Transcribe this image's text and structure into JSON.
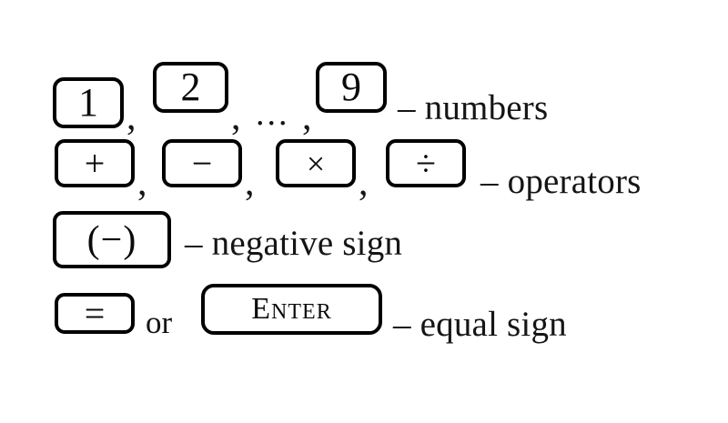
{
  "figure": {
    "background_color": "#ffffff",
    "ink_color": "#000000",
    "rows": [
      {
        "id": "numbers",
        "keys": [
          "1",
          "2",
          "9"
        ],
        "separator_comma": ",",
        "ellipsis": "...",
        "dash": "–",
        "label": "numbers"
      },
      {
        "id": "operators",
        "keys": [
          "+",
          "−",
          "×",
          "÷"
        ],
        "separator_comma": ",",
        "dash": "–",
        "label": "operators"
      },
      {
        "id": "negative-sign",
        "keys": [
          "(−)"
        ],
        "dash": "–",
        "label": "negative sign"
      },
      {
        "id": "equal-sign",
        "keys": [
          "=",
          "Enter"
        ],
        "conjunction": "or",
        "dash": "–",
        "label": "equal sign"
      }
    ]
  },
  "row1": {
    "key_1": "1",
    "key_2": "2",
    "key_9": "9",
    "comma_after_1": ",",
    "comma_after_2": ",",
    "ellipsis": "...",
    "comma_before_9": ",",
    "label": "– numbers"
  },
  "row2": {
    "key_plus": "+",
    "key_minus": "−",
    "key_times": "×",
    "key_divide": "÷",
    "comma_after_plus": ",",
    "comma_after_minus": ",",
    "comma_after_times": ",",
    "label": "– operators"
  },
  "row3": {
    "key_negative": "(−)",
    "label": "– negative sign"
  },
  "row4": {
    "key_equals": "=",
    "conjunction": "or",
    "key_enter": "Enter",
    "label": "– equal sign"
  }
}
